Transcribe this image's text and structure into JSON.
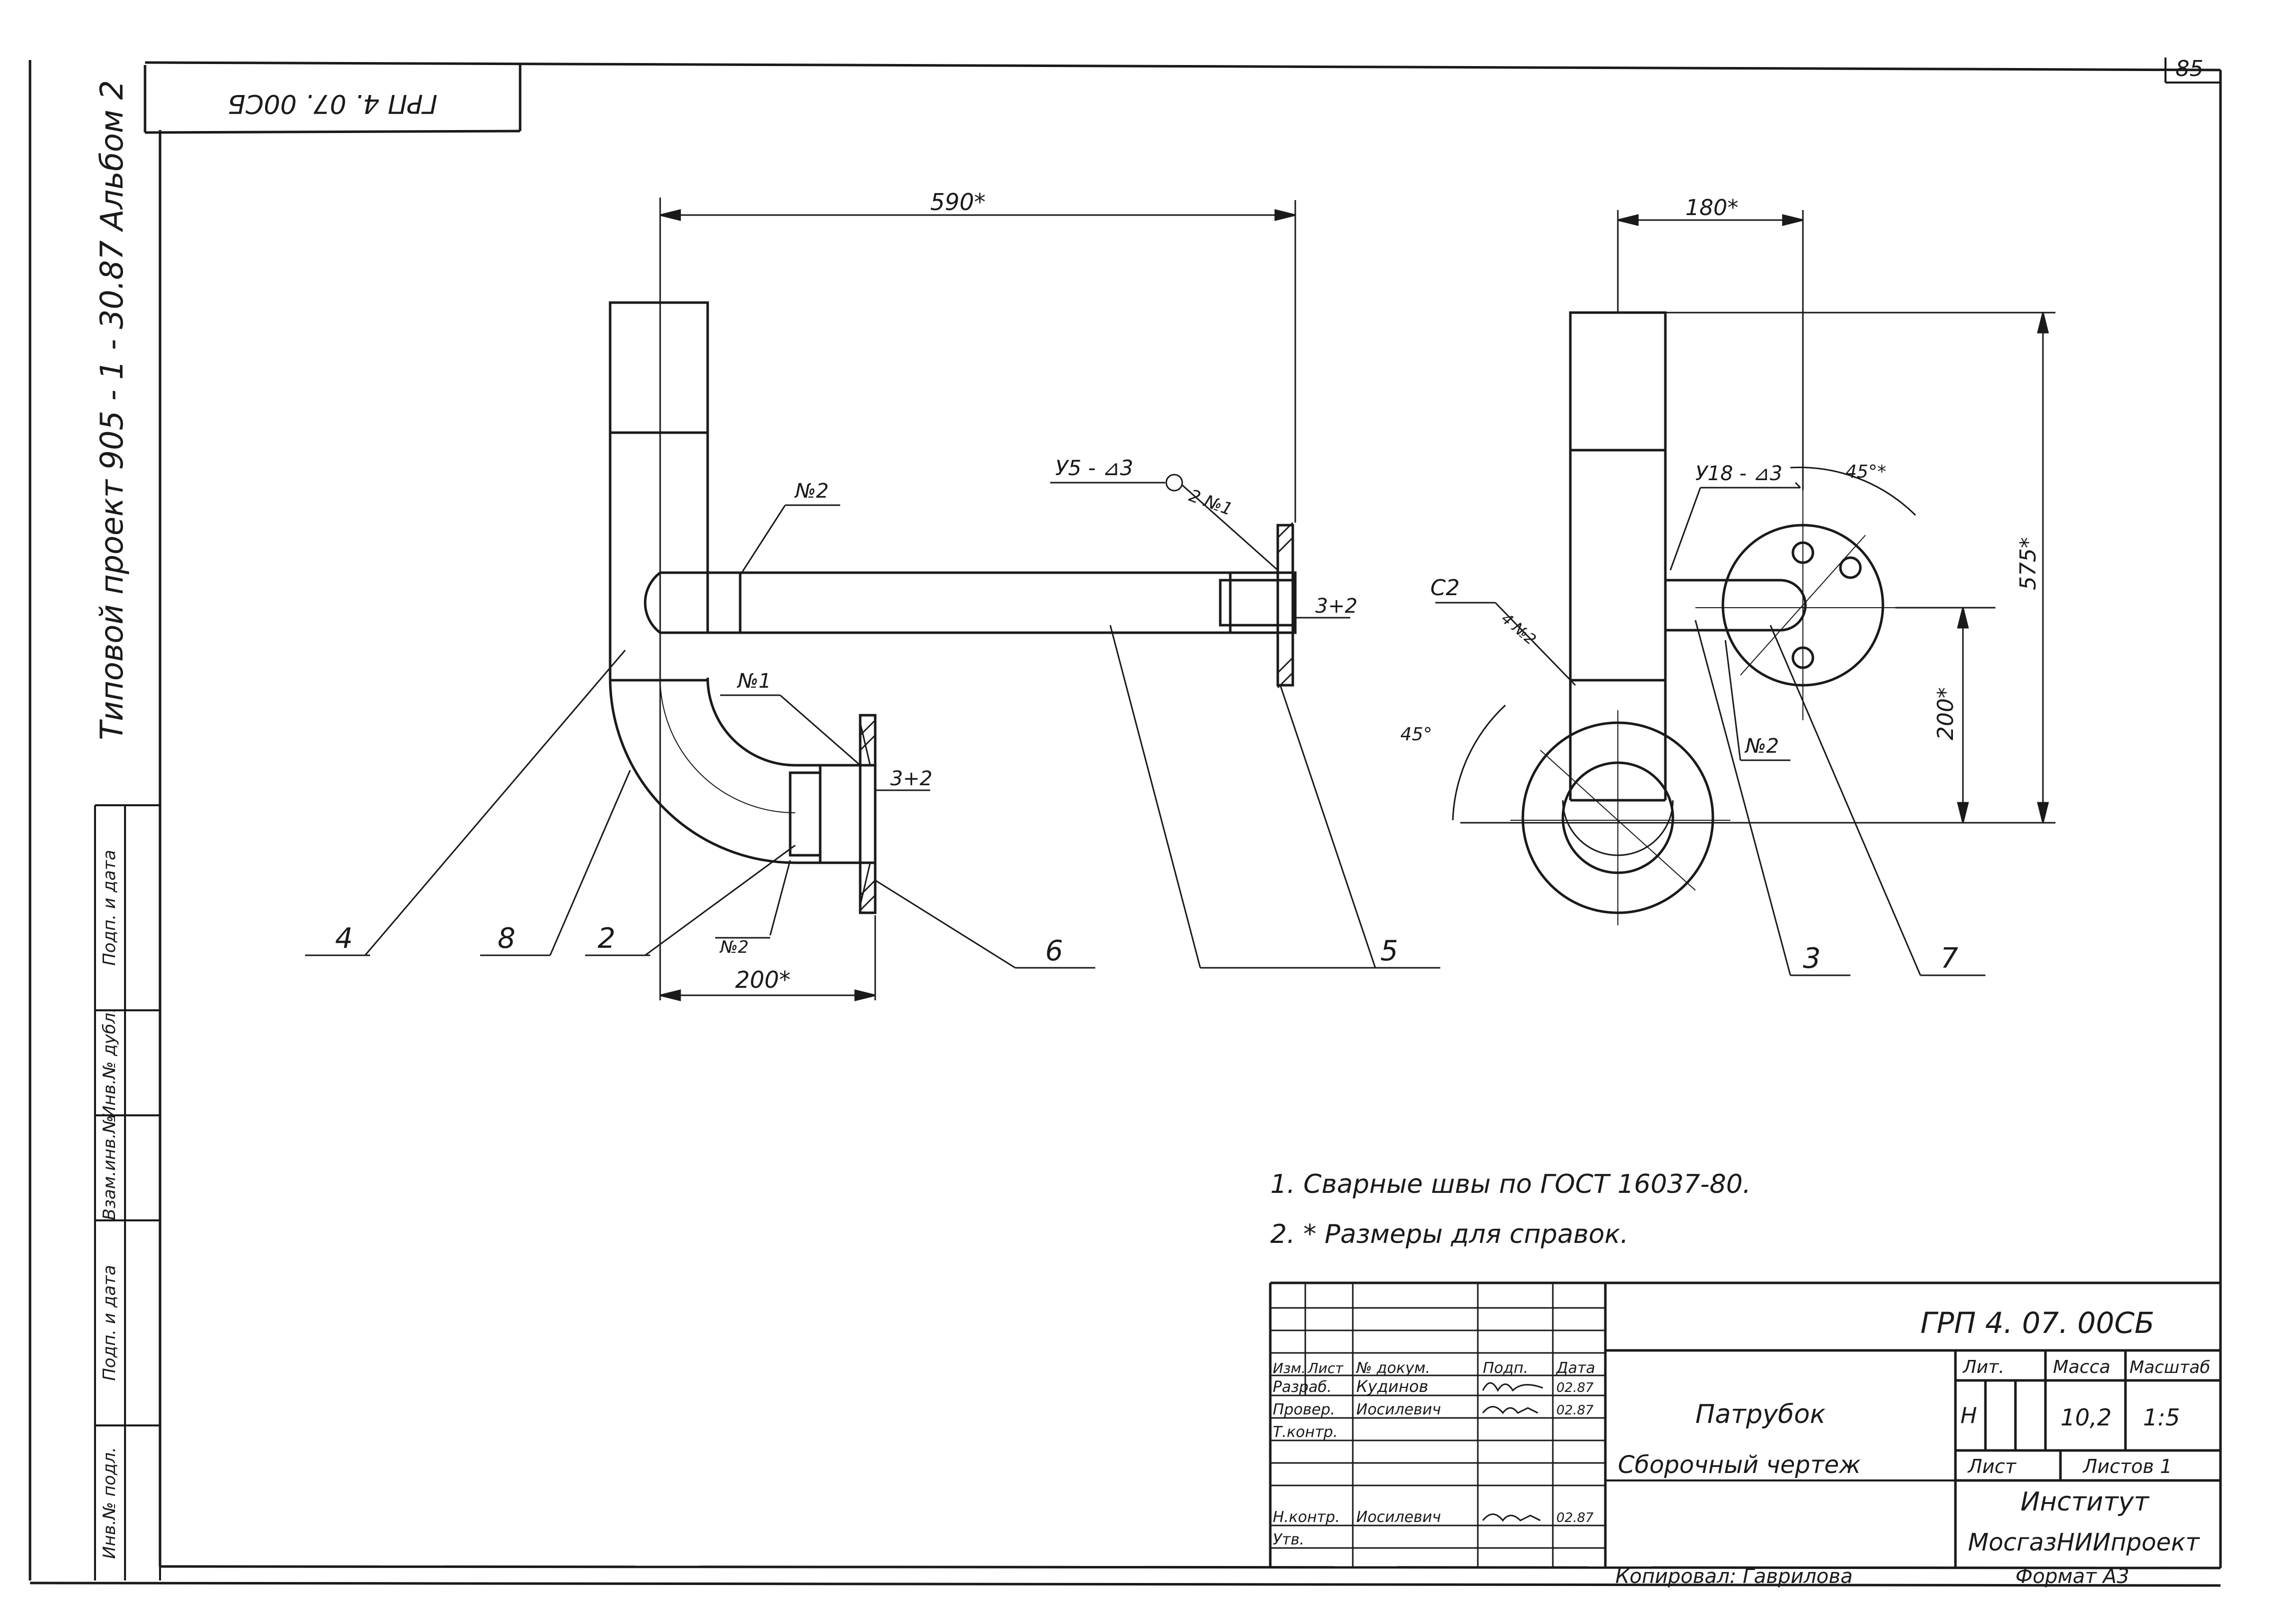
{
  "sheet": {
    "page_number": "85",
    "corner_code": "ГРП 4. 07. 00СБ",
    "side_label": "Типовой проект 905 - 1 - 30.87  Альбом 2"
  },
  "drawing": {
    "front_view": {
      "dims": {
        "width": "590*",
        "base": "200*",
        "gap_small": "3+2",
        "gap_flange": "3+2"
      },
      "weld_marks": {
        "top_weld": "У5 - ⊿3",
        "top_weld_ref": "2 №1",
        "n2_upper": "№2",
        "n1": "№1",
        "n2_lower": "№2"
      },
      "callouts": [
        "4",
        "8",
        "2",
        "6",
        "5"
      ]
    },
    "side_view": {
      "dims": {
        "offset": "180*",
        "height": "575*",
        "center_height": "200*",
        "angle_top": "45°*",
        "angle_bottom": "45°"
      },
      "weld_marks": {
        "weld": "У18 - ⊿3",
        "c2": "С2",
        "c2_ref": "4 №2",
        "n2": "№2"
      },
      "callouts": [
        "3",
        "7"
      ]
    }
  },
  "notes": [
    "1. Сварные швы по ГОСТ 16037-80.",
    "2. * Размеры для справок."
  ],
  "title_block": {
    "doc_code": "ГРП 4. 07. 00СБ",
    "name": "Патрубок",
    "subtitle": "Сборочный чертеж",
    "lit_header": "Лит.",
    "mass_header": "Масса",
    "scale_header": "Масштаб",
    "lit": "Н",
    "mass": "10,2",
    "scale": "1:5",
    "sheet_label": "Лист",
    "sheets_label": "Листов 1",
    "org_line1": "Институт",
    "org_line2": "МосгазНИИпроект",
    "col_headers": [
      "Изм.",
      "Лист",
      "№ докум.",
      "Подп.",
      "Дата"
    ],
    "rows": [
      {
        "role": "Разраб.",
        "name": "Кудинов",
        "date": "02.87"
      },
      {
        "role": "Провер.",
        "name": "Иосилевич",
        "date": "02.87"
      },
      {
        "role": "Т.контр.",
        "name": "",
        "date": ""
      },
      {
        "role": "",
        "name": "",
        "date": ""
      },
      {
        "role": "Н.контр.",
        "name": "Иосилевич",
        "date": "02.87"
      },
      {
        "role": "Утв.",
        "name": "",
        "date": ""
      }
    ],
    "copied": "Копировал: Гаврилова",
    "format": "Формат А3"
  },
  "margin_stamp": [
    "Инв.№ подл.",
    "Подп. и дата",
    "Взам.инв.№",
    "Инв.№ дубл.",
    "Подп. и дата"
  ]
}
